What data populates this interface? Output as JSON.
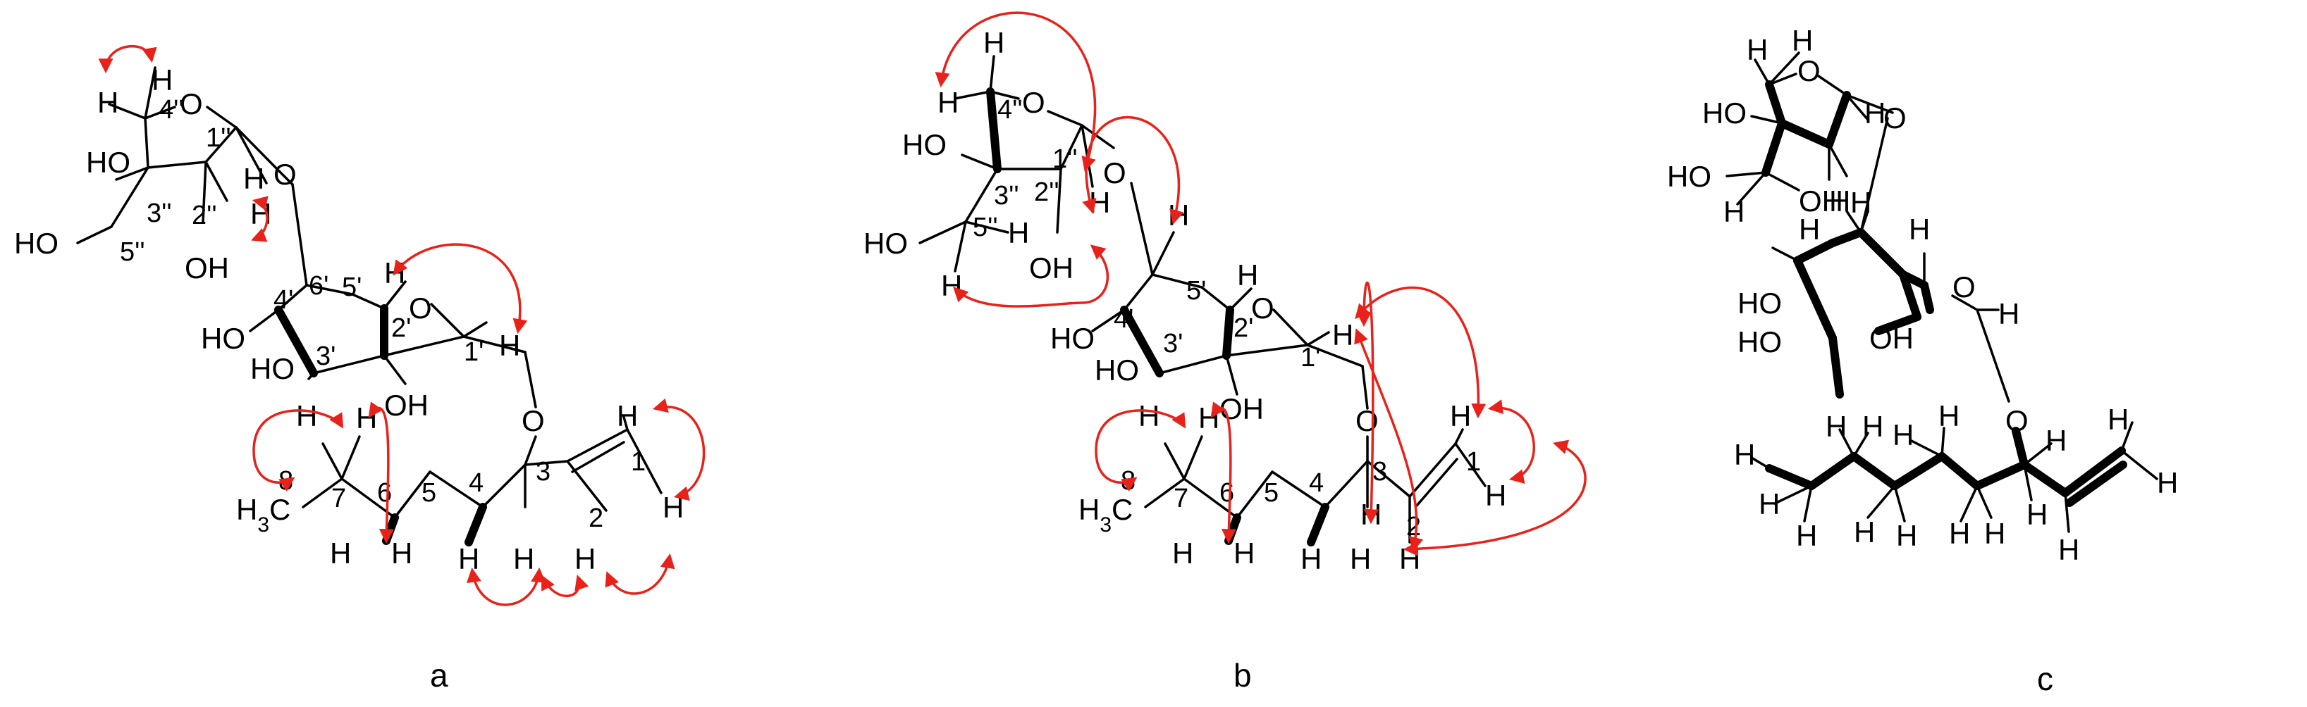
{
  "panels": [
    {
      "id": "a",
      "label": "a",
      "atoms": {
        "o_furan": "O",
        "o_link": "O",
        "o_pyran": "O",
        "o_aglycone": "O",
        "oh_3pp": "HO",
        "ho_5pp": "HO",
        "oh_2pp": "OH",
        "ho_4p": "HO",
        "ho_3p": "HO",
        "oh_2p": "OH",
        "h_top": "H",
        "h_4pp": "H",
        "h_1pp": "H",
        "h_2pp": "H",
        "h_5p": "H",
        "h_1p": "H",
        "h_7a": "H",
        "h_7b": "H",
        "h_6": "H",
        "h_6b": "H",
        "h_4": "H",
        "h_4b": "H",
        "h_2": "H",
        "h_1a": "H",
        "h_1b": "H",
        "h3c": "H3C"
      },
      "numbers": {
        "n4pp": "4''",
        "n1pp": "1''",
        "n3pp": "3''",
        "n2pp": "2''",
        "n5pp": "5''",
        "n6p": "6'",
        "n5p": "5'",
        "n4p": "4'",
        "n3p": "3'",
        "n2p": "2'",
        "n1p": "1'",
        "n8": "8",
        "n7": "7",
        "n6": "6",
        "n5": "5",
        "n4": "4",
        "n3": "3",
        "n2": "2",
        "n1": "1"
      }
    },
    {
      "id": "b",
      "label": "b",
      "atoms": {
        "o_furan": "O",
        "o_link": "O",
        "o_pyran": "O",
        "o_aglycone": "O",
        "ho_3pp": "HO",
        "ho_5pp": "HO",
        "oh_2pp": "OH",
        "ho_4p": "HO",
        "ho_3p": "HO",
        "oh_2p": "OH",
        "h_4a": "H",
        "h_4b": "H",
        "h_1pp": "H",
        "h_5a": "H",
        "h_5b": "H",
        "h_6p": "H",
        "h_5p": "H",
        "h_1p": "H",
        "h_7a": "H",
        "h_7b": "H",
        "h_6a": "H",
        "h_6b": "H",
        "h_4a2": "H",
        "h_4b2": "H",
        "h_3": "H",
        "h_2": "H",
        "h_1a": "H",
        "h_1b": "H",
        "h3c": "H3C"
      },
      "numbers": {
        "n4pp": "4''",
        "n1pp": "1''",
        "n3pp": "3''",
        "n2pp": "2''",
        "n5pp": "5''",
        "n5p": "5'",
        "n4p": "4'",
        "n3p": "3'",
        "n2p": "2'",
        "n1p": "1'",
        "n8": "8",
        "n7": "7",
        "n6": "6",
        "n5": "5",
        "n4": "4",
        "n3": "3",
        "n2": "2",
        "n1": "1"
      }
    },
    {
      "id": "c",
      "label": "c",
      "atoms": {
        "o_furan": "O",
        "o_link": "O",
        "o_pyran": "O",
        "o_aglycone": "O",
        "ho_a": "HO",
        "ho_b": "HO",
        "oh_a": "OH",
        "ho_c": "HO",
        "ho_d": "HO",
        "oh_b": "OH",
        "h": "H"
      }
    }
  ]
}
